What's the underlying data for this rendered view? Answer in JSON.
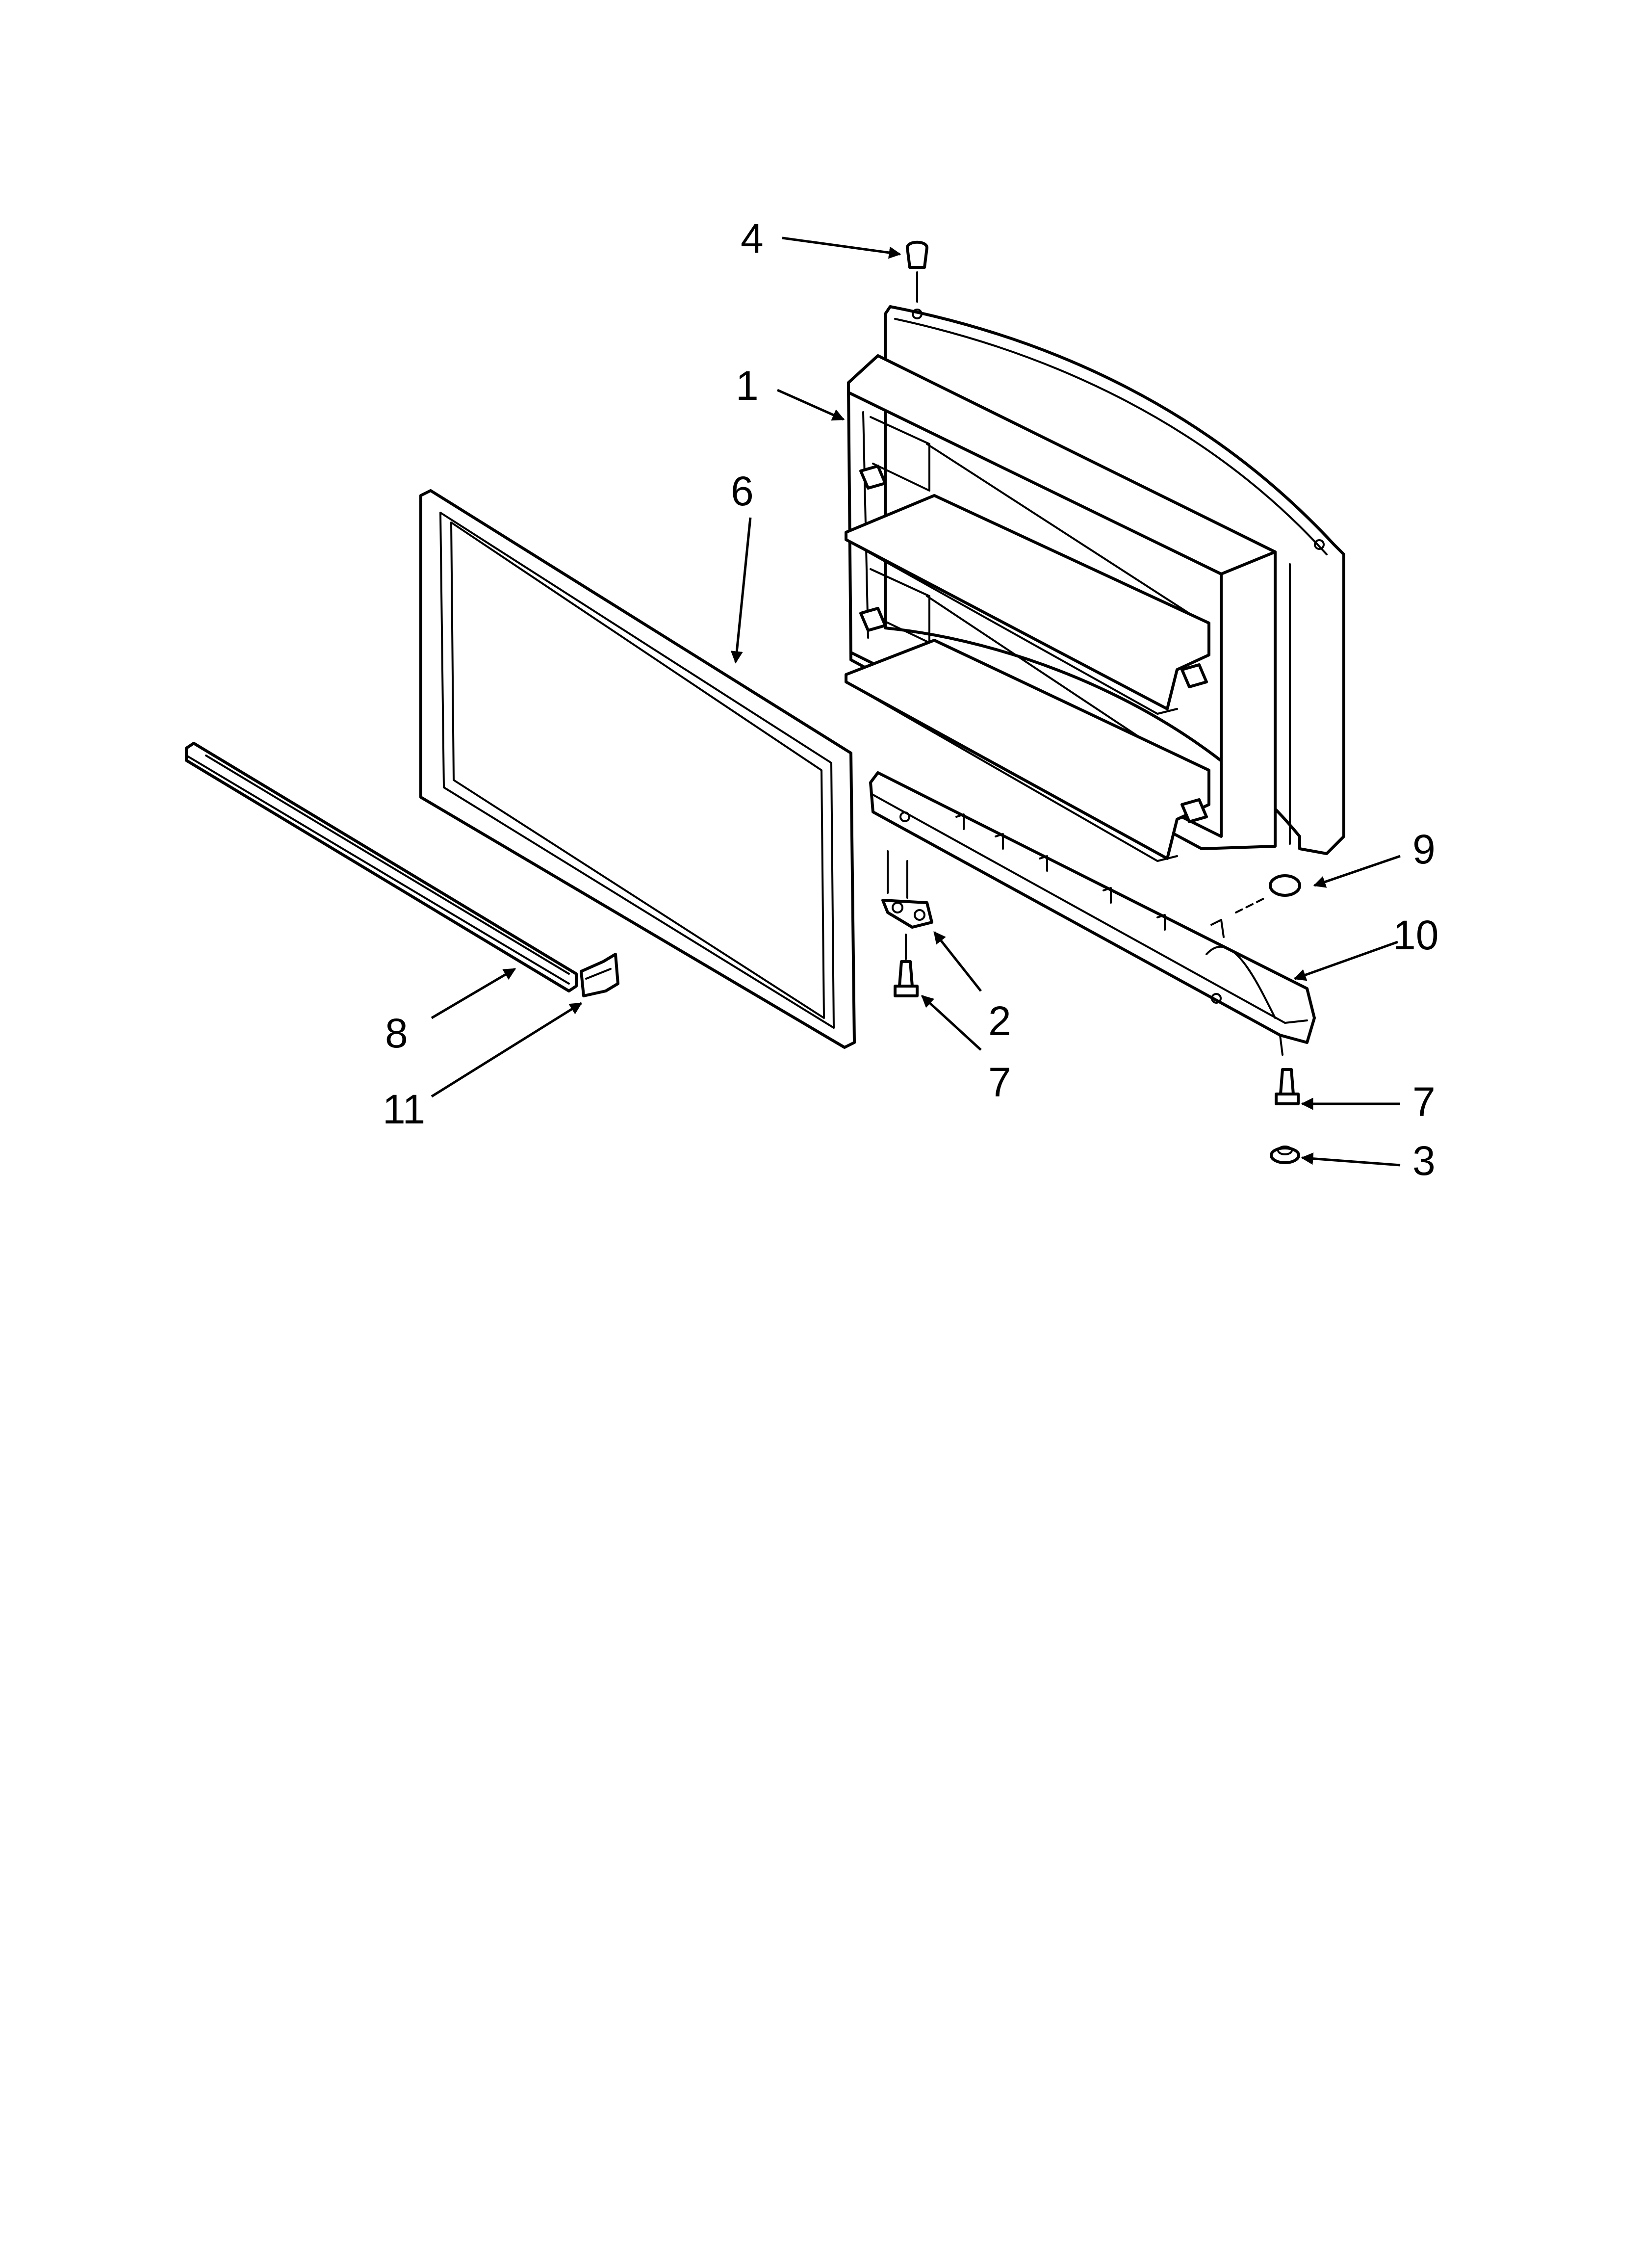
{
  "diagram": {
    "callouts": [
      {
        "id": "4",
        "text": "4"
      },
      {
        "id": "1",
        "text": "1"
      },
      {
        "id": "6",
        "text": "6"
      },
      {
        "id": "9",
        "text": "9"
      },
      {
        "id": "10",
        "text": "10"
      },
      {
        "id": "2",
        "text": "2"
      },
      {
        "id": "7a",
        "text": "7"
      },
      {
        "id": "8",
        "text": "8"
      },
      {
        "id": "11",
        "text": "11"
      },
      {
        "id": "7b",
        "text": "7"
      },
      {
        "id": "3",
        "text": "3"
      }
    ]
  }
}
